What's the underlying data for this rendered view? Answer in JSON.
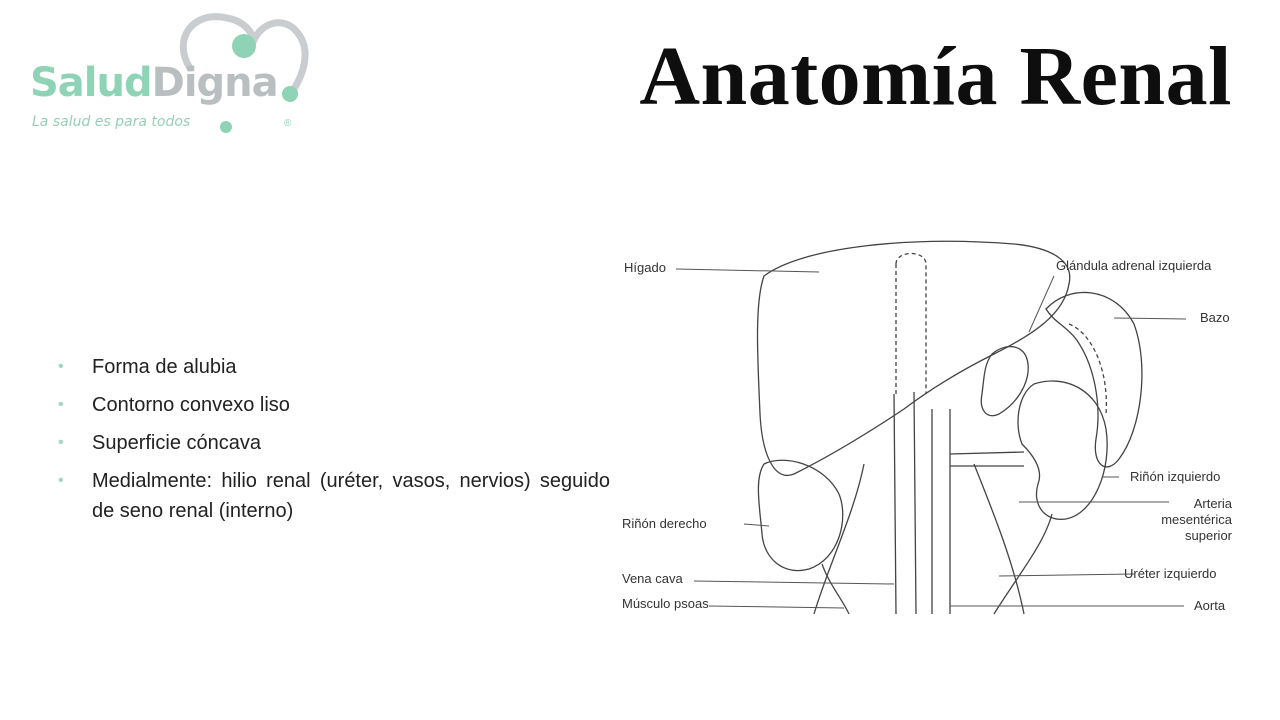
{
  "logo": {
    "brand_part1": "Salud",
    "brand_part2": "Digna",
    "tagline": "La salud es para todos",
    "registered": "®",
    "colors": {
      "mint": "#8fd3b6",
      "gray": "#b9bec0"
    }
  },
  "title": "Anatomía Renal",
  "bullets": [
    "Forma de alubia",
    "Contorno convexo liso",
    "Superficie cóncava",
    "Medialmente: hilio renal (uréter, vasos, nervios) seguido de seno renal (interno)"
  ],
  "bullet_marker": "•",
  "diagram": {
    "labels": {
      "higado": "Hígado",
      "glandula": "Glándula adrenal izquierda",
      "bazo": "Bazo",
      "rinon_izq": "Riñón izquierdo",
      "arteria_1": "Arteria",
      "arteria_2": "mesentérica",
      "arteria_3": "superior",
      "rinon_der": "Riñón derecho",
      "vena_cava": "Vena cava",
      "ureter": "Uréter izquierdo",
      "psoas": "Músculo psoas",
      "aorta": "Aorta"
    }
  }
}
